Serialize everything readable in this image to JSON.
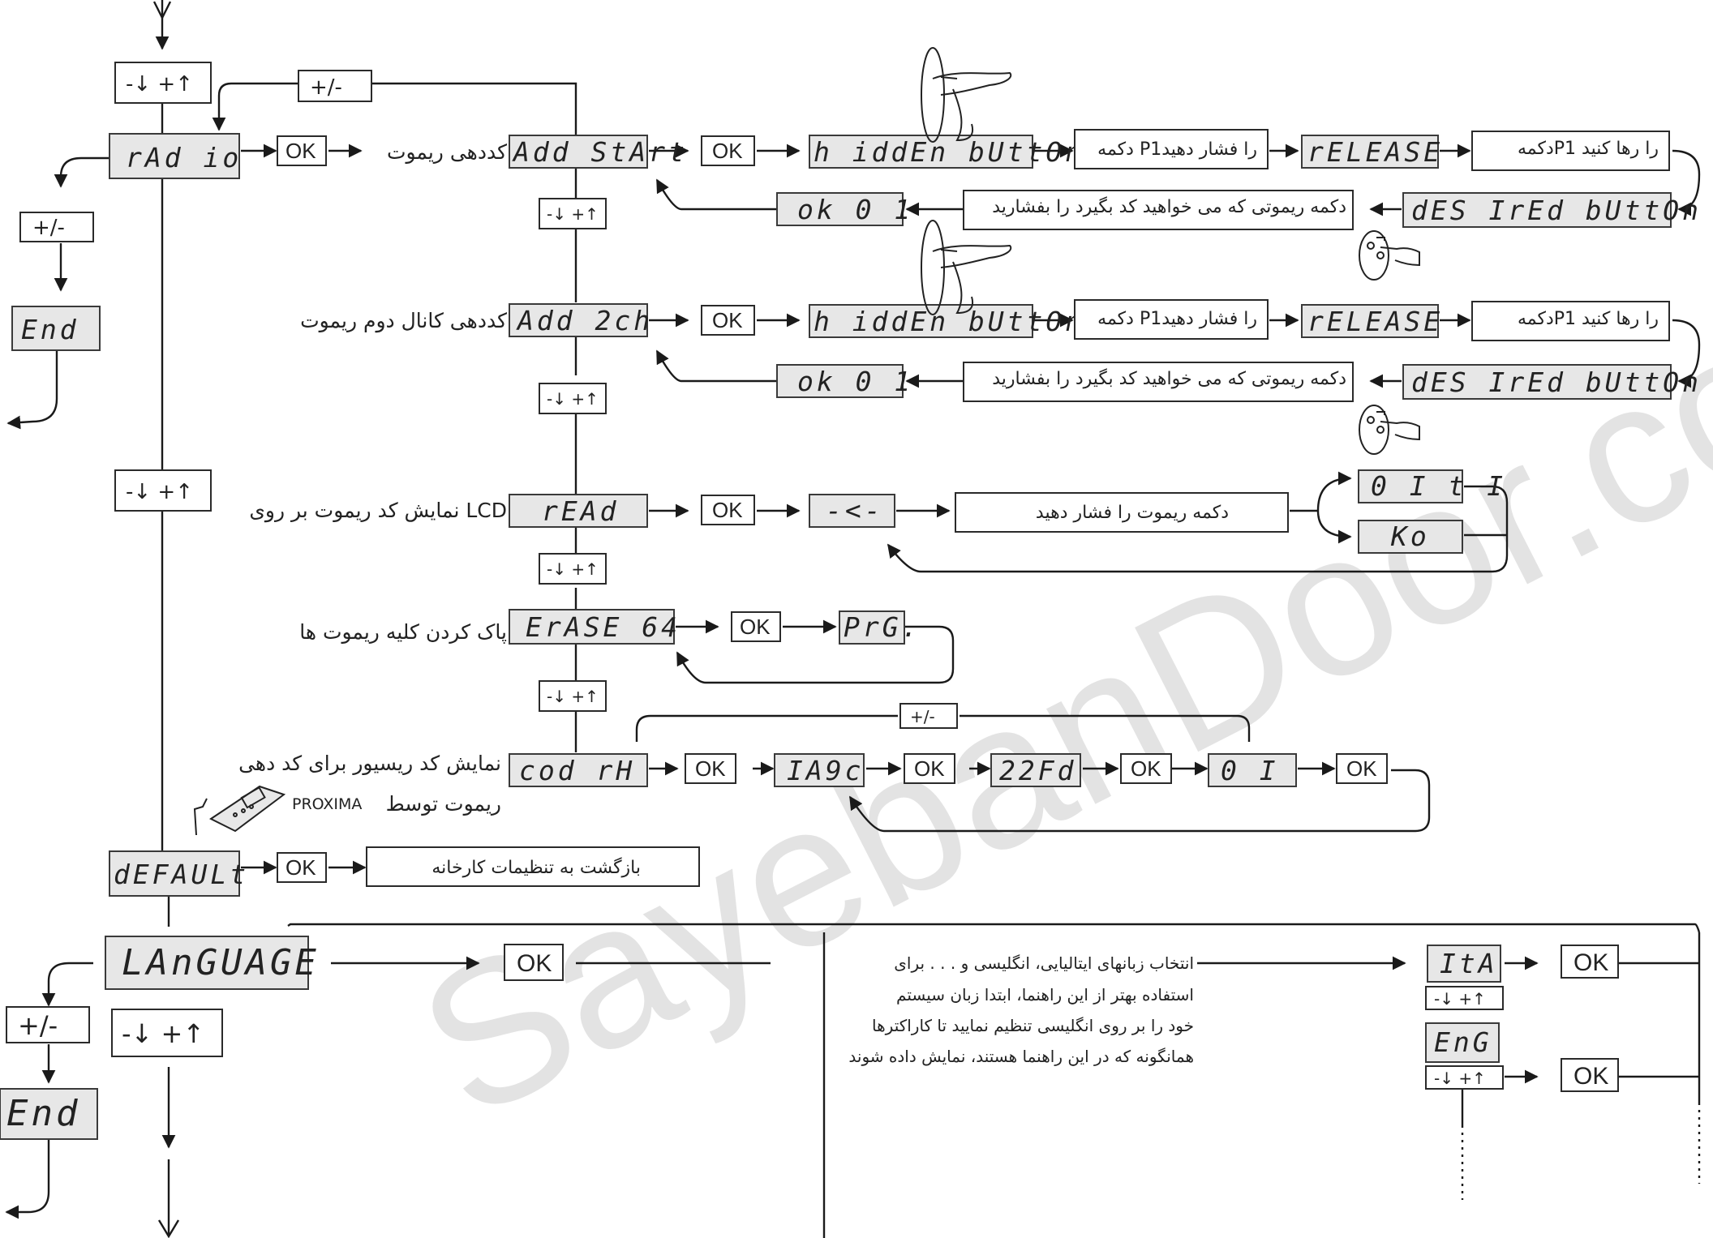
{
  "menu": {
    "radio": "rAd io",
    "default": "dEFAULt",
    "language": "LAnGUAGE"
  },
  "nav": {
    "up_down": "-↓ +↑",
    "plus_minus": "+/-",
    "end": "End"
  },
  "ok": "OK",
  "add_start": {
    "lcd": "Add StArt",
    "label": "کددهی ریموت",
    "hidden_button": "h iddEn bUttOn",
    "press_p1": "دکمه P1را فشار دهید",
    "release": "rELEASE",
    "release_p1": "دکمهP1 را رها کنید",
    "desired_button": "dES IrEd bUttOn",
    "press_remote": "دکمه ریموتی که می خواهید کد بگیرد را بفشارید",
    "ok01": "ok  0 1"
  },
  "add_2ch": {
    "lcd": "Add 2ch",
    "label": "کددهی کانال دوم ریموت",
    "hidden_button": "h iddEn bUttOn",
    "press_p1": "دکمه P1را فشار دهید",
    "release": "rELEASE",
    "release_p1": "دکمهP1 را رها کنید",
    "desired_button": "dES IrEd bUttOn",
    "press_remote": "دکمه ریموتی که می خواهید کد بگیرد را بفشارید",
    "ok01": "ok  0 1"
  },
  "read": {
    "lcd": "rEAd",
    "label": "نمایش کد ریموت بر روی  LCD",
    "wait": "-<-",
    "press_remote": "دکمه ریموت را فشار دهید",
    "result_ok": "0 I  t I",
    "result_ko": "Ko"
  },
  "erase": {
    "lcd": "ErASE 64",
    "label": "پاک کردن کلیه ریموت ها",
    "prg": "PrG."
  },
  "cod_rx": {
    "lcd": "cod rH",
    "label_line1": "نمایش کد ریسیور برای کد دهی",
    "label_line2": "ریموت توسط",
    "proxima": "PROXIMA",
    "code1": "IA9c",
    "code2": "22Fd",
    "code3": "0 I"
  },
  "default_action": "بازگشت به تنظیمات کارخانه",
  "language_section": {
    "ita": "ItA",
    "eng": "EnG",
    "note_lines": [
      "انتخاب زبانهای ایتالیایی، انگلیسی و . . . برای",
      "استفاده بهتر از این راهنما، ابتدا زبان سیستم",
      "خود را بر روی انگلیسی تنظیم نمایید تا کاراکترها",
      "همانگونه که در این راهنما هستند، نمایش داده شوند"
    ]
  },
  "watermark": "SayebanDoor.com",
  "icons": {
    "finger_press": "finger-press-icon",
    "remote_press": "remote-press-icon",
    "proxima_device": "handheld-programmer-icon"
  }
}
